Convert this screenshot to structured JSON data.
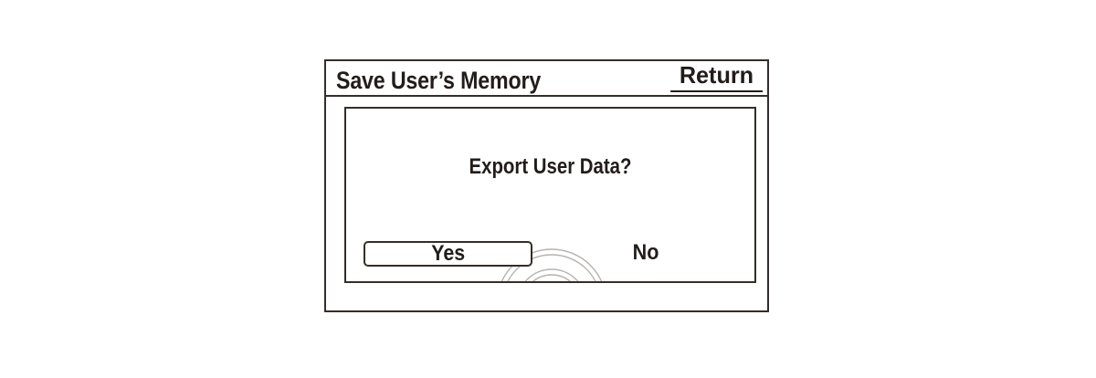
{
  "window": {
    "title": "Save User’s Memory",
    "return_label": "Return"
  },
  "dialog": {
    "prompt": "Export User Data?",
    "yes_label": "Yes",
    "no_label": "No",
    "selected_option": "Yes"
  },
  "icons": {
    "ripple_icon": "concentric-touch-arcs"
  },
  "colors": {
    "outline": "#352d28",
    "text": "#221c1a",
    "ripple_arcs": "#b6b2af",
    "background": "#ffffff"
  }
}
